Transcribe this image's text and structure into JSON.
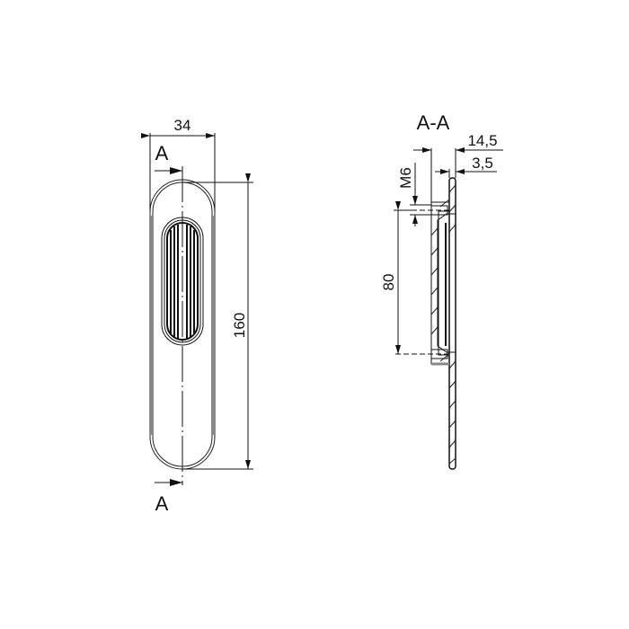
{
  "front_view": {
    "width_dim": "34",
    "height_dim": "160",
    "section_label_top": "A",
    "section_label_bottom": "A"
  },
  "section_view": {
    "title": "A-A",
    "depth_dim": "14,5",
    "plate_dim": "3,5",
    "thread_dim": "M6",
    "hole_spacing_dim": "80"
  },
  "colors": {
    "line": "#111111",
    "outline_gray": "#888888",
    "background": "#ffffff"
  }
}
